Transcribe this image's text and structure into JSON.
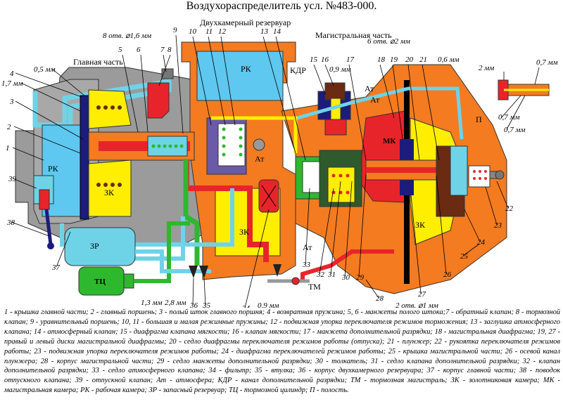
{
  "title": "Воздухораспределитель усл. №483-000.",
  "section_labels": {
    "two_chamber": "Двухкамерный резервуар",
    "main_part": "Главная часть",
    "magistral_part": "Магистральная часть"
  },
  "dimension_labels": {
    "holes_8": "8 отв. ⌀1,6 мм",
    "holes_6": "6 отв. ⌀2 мм",
    "holes_2": "2 отв. ⌀1 мм",
    "d05": "0,5 мм",
    "d17": "1,7 мм",
    "d09": "0,9 мм",
    "d06": "0,6 мм",
    "d2": "2 мм",
    "d07a": "0,7 мм",
    "d07b": "0,7 мм",
    "d07c": "0,7 мм",
    "d13": "1,3 мм",
    "d28": "2,8 мм",
    "d09b": "0,9 мм"
  },
  "chamber_labels": {
    "rk_top": "РК",
    "rk_left": "РК",
    "zk_left": "ЗК",
    "zk_mid": "ЗК",
    "zk_right": "ЗК",
    "mk": "МК",
    "at1": "Ат",
    "at2": "Ат",
    "at3": "Ат",
    "at4": "Ат",
    "kdr": "КДР",
    "p": "П",
    "zr": "ЗР",
    "tc": "ТЦ",
    "tm": "ТМ"
  },
  "part_numbers": [
    "1",
    "2",
    "3",
    "4",
    "5",
    "6",
    "7",
    "8",
    "9",
    "10",
    "11",
    "12",
    "13",
    "14",
    "15",
    "16",
    "17",
    "18",
    "19",
    "20",
    "21",
    "22",
    "23",
    "24",
    "25",
    "26",
    "27",
    "28",
    "29",
    "30",
    "31",
    "32",
    "33",
    "34",
    "35",
    "36",
    "37",
    "38",
    "39"
  ],
  "legend_text": "1 - крышка главной части; 2 - главный поршень; 3 - полый шток главного поршня; 4 - возвратная пружина; 5, 6 - манжеты полого штока;7 - обратный клапан; 8 - тормозной клапан; 9 - уравнительный поршень; 10, 11 - большая и малая режимные пружины; 12 - подвижная упорка переключателя режимов торможения; 13 - заглушка атмосферного клапана; 14 - атмосферный клапан; 15 - диафрагма клапана мягкости; 16 - клапан мягкости; 17 - манжета дополнительной разрядки; 18 - магистральная диафрагма; 19, 27 - правый и левый диски магистральной диафрагмы; 20 - седло диафрагмы переключателя режимов работы (отпуска); 21 - плунжер; 22 - рукоятка переключателя режимов работы; 23 - подвижная упорка переключателя режимов работы; 24 - диафрагма переключателей режимов работы; 25 - крышка магистральной части; 26 - осевой канал плунжера; 28 - корпус магистральной части; 29 - седло манжеты дополнительной разрядки; 30 - толкатель; 31 - седло клапана дополнительной разрядки; 32 - клапан дополнительной разрядки; 33 - седло атмосферного клапана; 34 - фильтр; 35 - втулка; 36 - корпус двухкамерного резервуара; 37 - корпус главной части; 38 - поводок отпускного клапана; 39 - отпускной клапан; Ат - атмосфера; КДР - канал дополнительной разрядки; ТМ - тормозная магистраль; ЗК - золотниковая камера; МК - магистральная камера; РК - рабочая камера; ЗР - запасный резервуар; ТЦ - тормозной цилиндр; П - полость.",
  "colors": {
    "orange": "#f47b20",
    "grey": "#9b9b9b",
    "blue": "#2f2f8f",
    "yellow": "#ffee00",
    "cyan": "#6fd3e8",
    "red": "#e8242b",
    "green": "#2eb82e",
    "brown": "#6b2a12",
    "purple": "#6b5aa8"
  }
}
